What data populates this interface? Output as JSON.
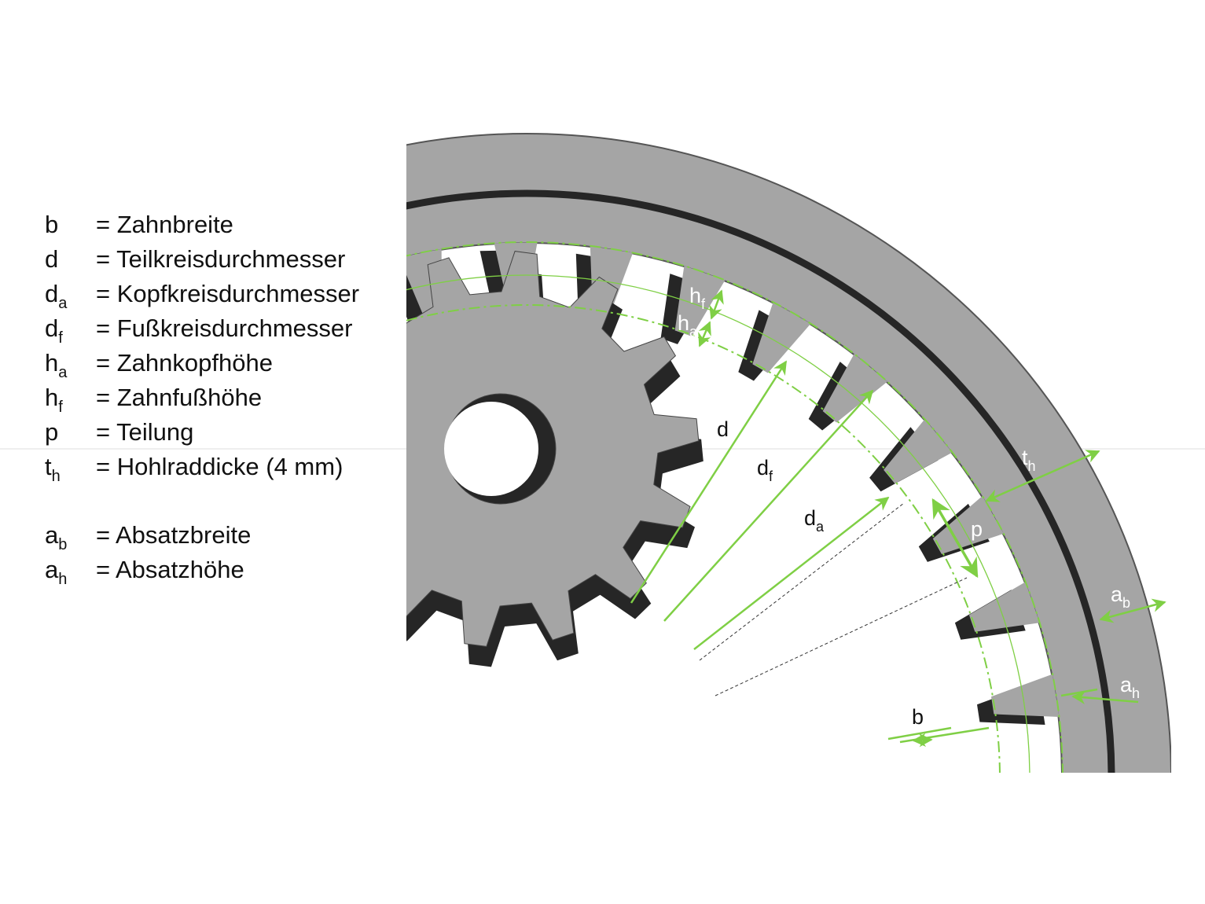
{
  "legend": [
    {
      "sym": "b",
      "sub": "",
      "desc": "= Zahnbreite"
    },
    {
      "sym": "d",
      "sub": "",
      "desc": "= Teilkreisdurchmesser"
    },
    {
      "sym": "d",
      "sub": "a",
      "desc": "= Kopfkreisdurchmesser"
    },
    {
      "sym": "d",
      "sub": "f",
      "desc": "= Fußkreisdurchmesser"
    },
    {
      "sym": "h",
      "sub": "a",
      "desc": "= Zahnkopfhöhe"
    },
    {
      "sym": "h",
      "sub": "f",
      "desc": "= Zahnfußhöhe"
    },
    {
      "sym": "p",
      "sub": "",
      "desc": "= Teilung"
    },
    {
      "sym": "t",
      "sub": "h",
      "desc": "= Hohlraddicke (4 mm)"
    },
    {
      "sym": "a",
      "sub": "b",
      "desc": "= Absatzbreite"
    },
    {
      "sym": "a",
      "sub": "h",
      "desc": "= Absatzhöhe"
    }
  ],
  "labels": {
    "d": {
      "sym": "d",
      "sub": ""
    },
    "df": {
      "sym": "d",
      "sub": "f"
    },
    "da": {
      "sym": "d",
      "sub": "a"
    },
    "hf": {
      "sym": "h",
      "sub": "f"
    },
    "ha": {
      "sym": "h",
      "sub": "a"
    },
    "p": {
      "sym": "p",
      "sub": ""
    },
    "th": {
      "sym": "t",
      "sub": "h"
    },
    "ab": {
      "sym": "a",
      "sub": "b"
    },
    "ah": {
      "sym": "a",
      "sub": "h"
    },
    "b": {
      "sym": "b",
      "sub": ""
    }
  },
  "colors": {
    "accent": "#7fcf45",
    "gear": "#a5a5a5",
    "dark": "#262626"
  }
}
